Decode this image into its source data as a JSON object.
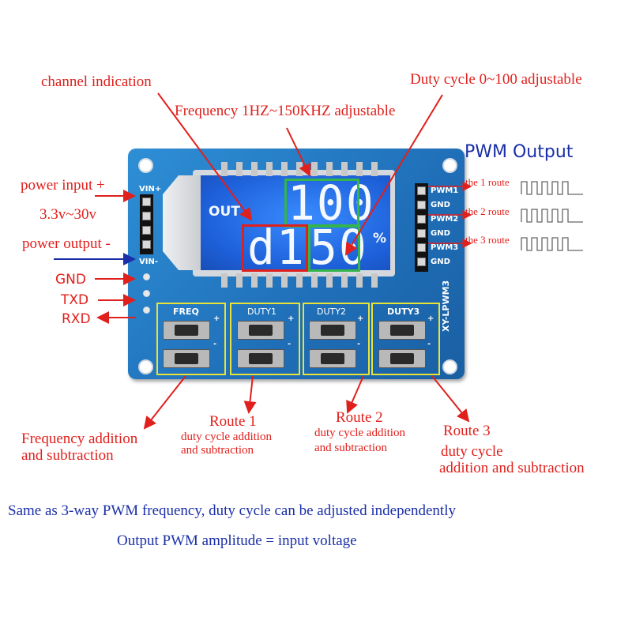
{
  "callouts": {
    "channel_indication": "channel indication",
    "duty_cycle_range": "Duty cycle 0~100 adjustable",
    "frequency_range": "Frequency 1HZ~150KHZ adjustable",
    "pwm_output": "PWM Output",
    "power_input": "power input +",
    "voltage_range": "3.3v~30v",
    "power_output": "power output -",
    "gnd": "GND",
    "txd": "TXD",
    "rxd": "RXD"
  },
  "routes": {
    "route1": "the 1 route",
    "route2": "the 2 route",
    "route3": "the 3 route"
  },
  "board": {
    "vin_plus": "VIN+",
    "vin_minus": "VIN-",
    "pins_right": [
      "PWM1",
      "GND",
      "PWM2",
      "GND",
      "PWM3",
      "GND"
    ],
    "model": "XY-LPWM3",
    "buttons": {
      "freq": "FREQ",
      "duty1": "DUTY1",
      "duty2": "DUTY2",
      "duty3": "DUTY3",
      "plus": "+",
      "minus": "-"
    }
  },
  "lcd": {
    "out_label": "OUT",
    "frequency_value": "100",
    "channel_value": "d1",
    "duty_value": "50",
    "percent": "%"
  },
  "bottom_labels": {
    "freq_title": "Frequency addition",
    "freq_sub": "and subtraction",
    "r1_title": "Route 1",
    "r1_line1": "duty cycle addition",
    "r1_line2": "and subtraction",
    "r2_title": "Route 2",
    "r2_line1": "duty cycle addition",
    "r2_line2": "and subtraction",
    "r3_title": "Route 3",
    "r3_line1": "duty cycle",
    "r3_line2": "addition and subtraction"
  },
  "notes": {
    "line1": "Same as 3-way PWM frequency, duty cycle can be adjusted independently",
    "line2": "Output PWM amplitude = input voltage"
  },
  "colors": {
    "annotation_red": "#e0201c",
    "annotation_blue": "#1a2fa8",
    "board_blue": "#1f6fb8",
    "lcd_blue": "#1d5fd8",
    "highlight_green": "#33b54a",
    "highlight_yellow": "#e8e336"
  }
}
